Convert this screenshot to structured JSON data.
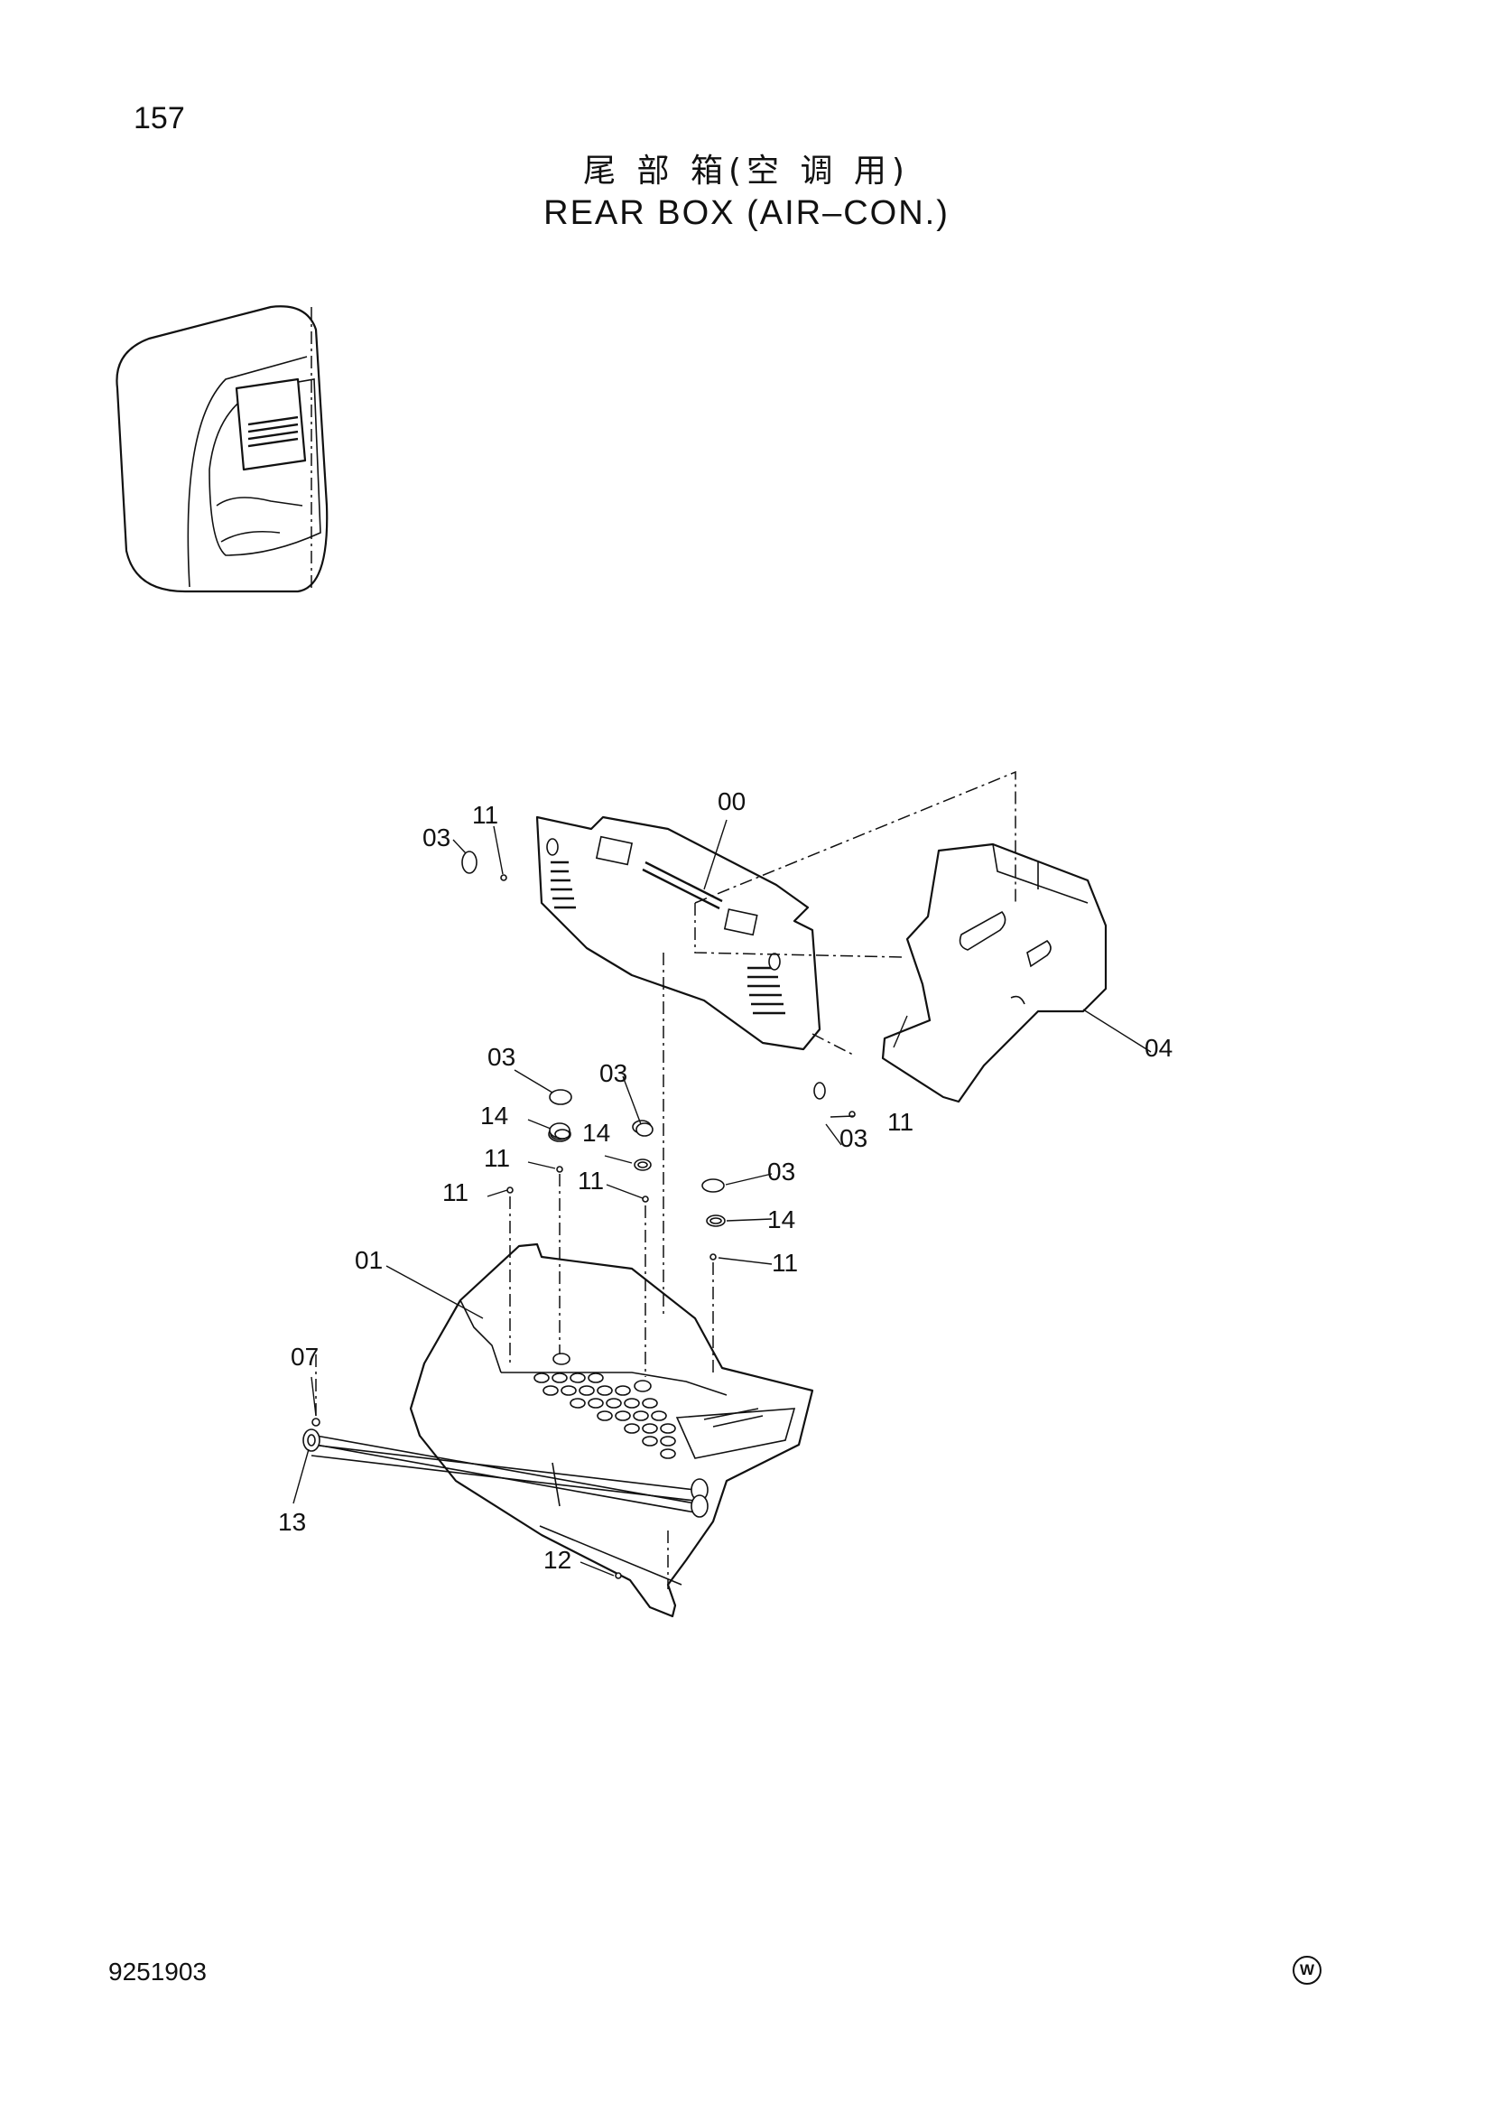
{
  "header": {
    "page_number": "157",
    "title_cn": "尾 部 箱(空 调 用)",
    "title_en": "REAR BOX (AIR–CON.)"
  },
  "footer": {
    "drawing_number": "9251903",
    "mark": "W"
  },
  "callouts": {
    "c00": "00",
    "c01": "01",
    "c03a": "03",
    "c03b": "03",
    "c03c": "03",
    "c03d": "03",
    "c03e": "03",
    "c04": "04",
    "c07": "07",
    "c11a": "11",
    "c11b": "11",
    "c11c": "11",
    "c11d": "11",
    "c11e": "11",
    "c11f": "11",
    "c12": "12",
    "c13": "13",
    "c14a": "14",
    "c14b": "14",
    "c14c": "14"
  }
}
